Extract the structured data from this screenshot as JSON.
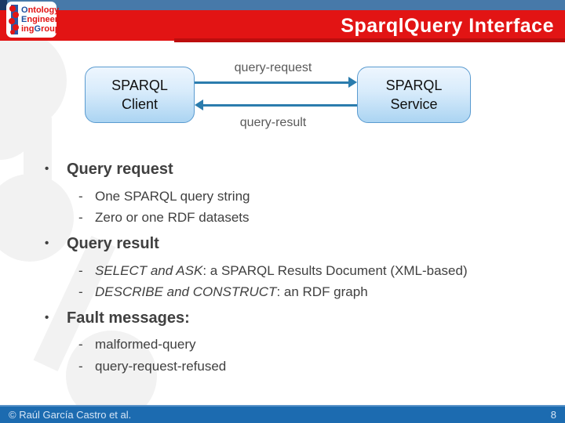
{
  "header": {
    "title": "SparqlQuery Interface"
  },
  "logo": {
    "line1": {
      "accent": "O",
      "rest": "ntology"
    },
    "line2": {
      "accent": "E",
      "rest": "ngineer"
    },
    "line3": {
      "pre": "ing",
      "accent": "G",
      "rest": "roup"
    }
  },
  "diagram": {
    "client": {
      "line1": "SPARQL",
      "line2": "Client"
    },
    "service": {
      "line1": "SPARQL",
      "line2": "Service"
    },
    "request_label": "query-request",
    "result_label": "query-result"
  },
  "markers": {
    "level1": "•",
    "level2": "-"
  },
  "bullets": [
    {
      "label": "Query request",
      "subitems": [
        "One SPARQL query string",
        "Zero or one RDF datasets"
      ]
    },
    {
      "label": "Query result",
      "subitems": [
        {
          "italic": "SELECT and ASK",
          "rest": ": a SPARQL Results Document (XML-based)"
        },
        {
          "italic": "DESCRIBE and CONSTRUCT",
          "rest": ": an RDF graph"
        }
      ]
    },
    {
      "label": "Fault messages:",
      "subitems": [
        "malformed-query",
        "query-request-refused"
      ]
    }
  ],
  "footer": {
    "copyright": "© Raúl García Castro et al.",
    "page_number": "8"
  },
  "colors": {
    "banner_red": "#e21414",
    "banner_underline_red": "#bc0d0d",
    "stripe_blue": "#4779a9",
    "footer_blue": "#1c6bb0",
    "arrow_blue": "#2b7cad",
    "box_border_blue": "#5a9bd0",
    "box_fill_light": "#d7ebfb",
    "body_text_gray": "#404040",
    "label_gray": "#595959",
    "decor_gray": "#f2f2f2"
  }
}
